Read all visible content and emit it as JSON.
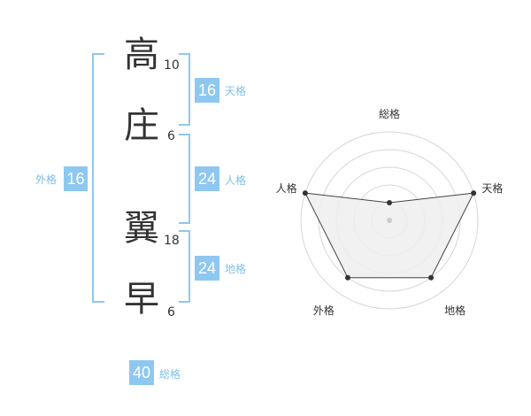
{
  "characters": [
    {
      "char": "高",
      "strokes": "10"
    },
    {
      "char": "庄",
      "strokes": "6"
    },
    {
      "char": "翼",
      "strokes": "18"
    },
    {
      "char": "早",
      "strokes": "6"
    }
  ],
  "kaku": {
    "tenkaku": {
      "value": "16",
      "label": "天格"
    },
    "jinkaku": {
      "value": "24",
      "label": "人格"
    },
    "chikaku": {
      "value": "24",
      "label": "地格"
    },
    "gaikaku": {
      "value": "16",
      "label": "外格"
    },
    "soukaku": {
      "value": "40",
      "label": "総格"
    }
  },
  "colors": {
    "accent": "#8ec8f0",
    "label": "#7fbfe8",
    "text": "#333333",
    "radar_fill": "#efefef"
  },
  "chart_data": {
    "type": "radar",
    "axes": [
      "総格",
      "天格",
      "地格",
      "外格",
      "人格"
    ],
    "values": [
      1,
      5,
      4,
      4,
      5
    ],
    "max": 5,
    "grid_rings": 5
  }
}
